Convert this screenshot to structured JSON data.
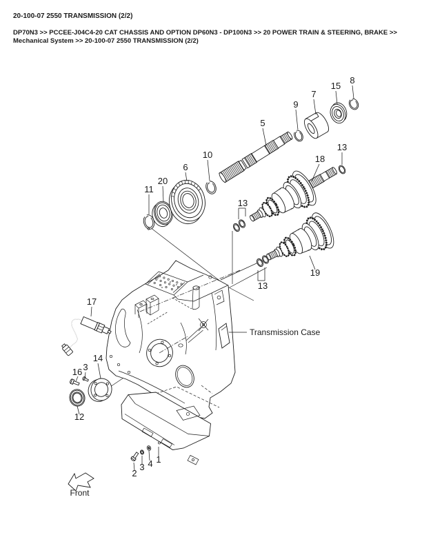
{
  "page": {
    "header_title": "20-100-07 2550 TRANSMISSION (2/2)",
    "breadcrumb_line1": "DP70N3 >> PCCEE-J04C4-20 CAT CHASSIS AND OPTION DP60N3 - DP100N3 >> 20 POWER TRAIN & STEERING, BRAKE >>",
    "breadcrumb_line2": "Mechanical System >> 20-100-07 2550 TRANSMISSION (2/2)"
  },
  "diagram": {
    "annotations": {
      "transmission_case": "Transmission Case",
      "front_direction": "Front"
    },
    "callouts": {
      "part1": "1",
      "part2": "2",
      "part3_upper": "3",
      "part3_lower": "3",
      "part4": "4",
      "part5": "5",
      "part6": "6",
      "part7": "7",
      "part8": "8",
      "part9": "9",
      "part10": "10",
      "part11": "11",
      "part12": "12",
      "part13_top": "13",
      "part13_middle": "13",
      "part13_bottom": "13",
      "part14": "14",
      "part15": "15",
      "part16": "16",
      "part17": "17",
      "part18": "18",
      "part19": "19",
      "part20": "20"
    }
  },
  "colors": {
    "line_art": "#1a1a1a",
    "background": "#ffffff"
  }
}
